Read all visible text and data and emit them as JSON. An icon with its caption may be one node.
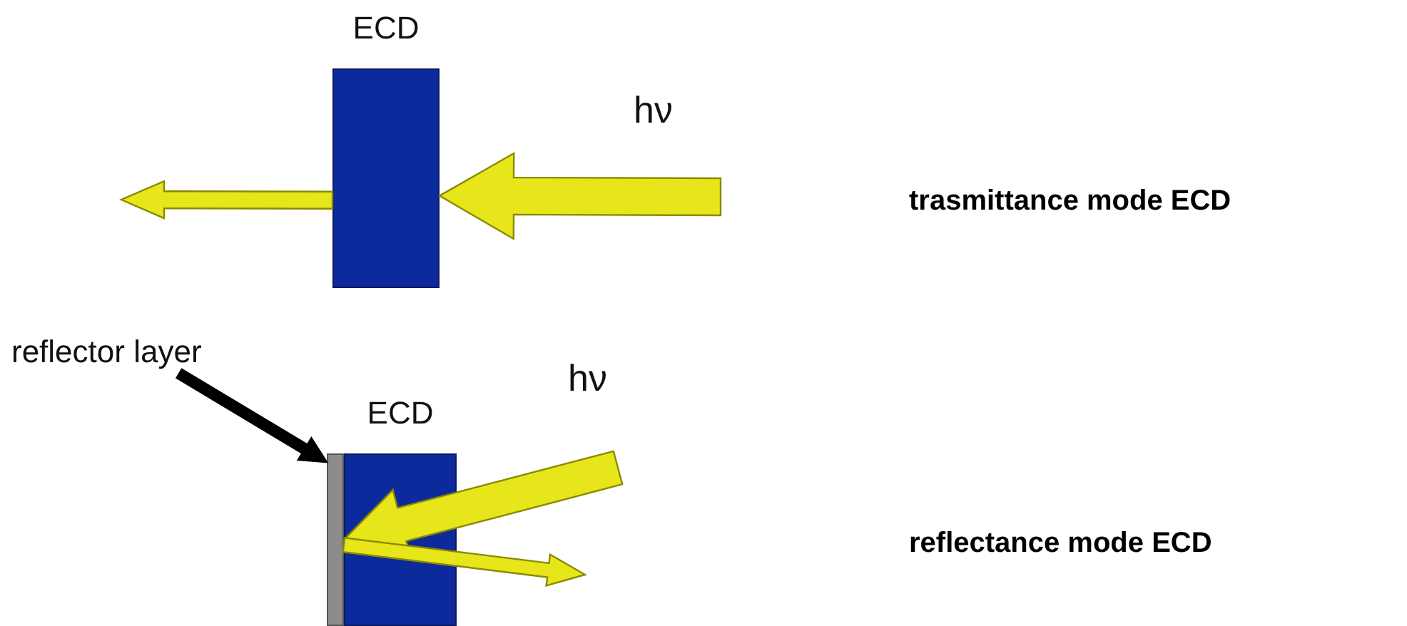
{
  "diagram": {
    "nodes": [
      {
        "text": [
          "ECD"
        ]
      },
      {
        "text": [
          "reflector layer"
        ]
      },
      {
        "text": [
          "ECD"
        ]
      },
      {
        "text": [],
        "shape": "bar"
      }
    ],
    "edges": [
      {
        "from": null,
        "to": 0,
        "arrow": "to"
      },
      {
        "from": 0,
        "to": null,
        "arrow": "to"
      },
      {
        "from": 1,
        "to": 3,
        "arrow": "to",
        "color": "#000000"
      },
      {
        "from": null,
        "to": 3,
        "arrow": "to"
      },
      {
        "from": 3,
        "to": null,
        "arrow": "to"
      }
    ],
    "labels": [
      "hν",
      "trasmittance mode ECD",
      "hν",
      "reflectance mode ECD"
    ]
  }
}
